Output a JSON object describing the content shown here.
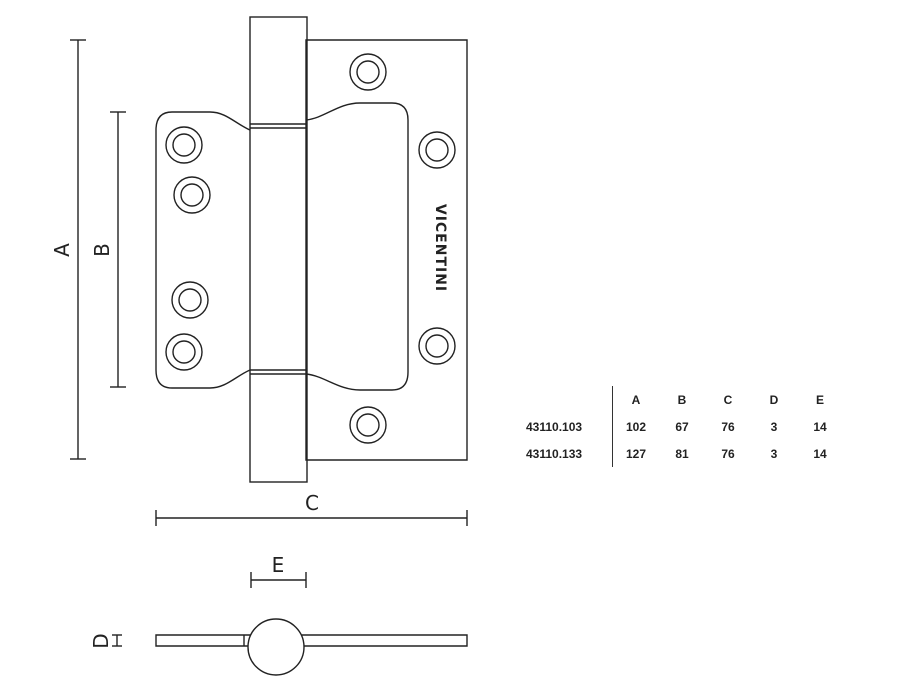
{
  "dimensions": {
    "a": "A",
    "b": "B",
    "c": "C",
    "d": "D",
    "e": "E"
  },
  "brand": "VICENTINI",
  "spec_table": {
    "headers": [
      "A",
      "B",
      "C",
      "D",
      "E"
    ],
    "rows": [
      {
        "code": "43110.103",
        "values": [
          "102",
          "67",
          "76",
          "3",
          "14"
        ]
      },
      {
        "code": "43110.133",
        "values": [
          "127",
          "81",
          "76",
          "3",
          "14"
        ]
      }
    ]
  }
}
